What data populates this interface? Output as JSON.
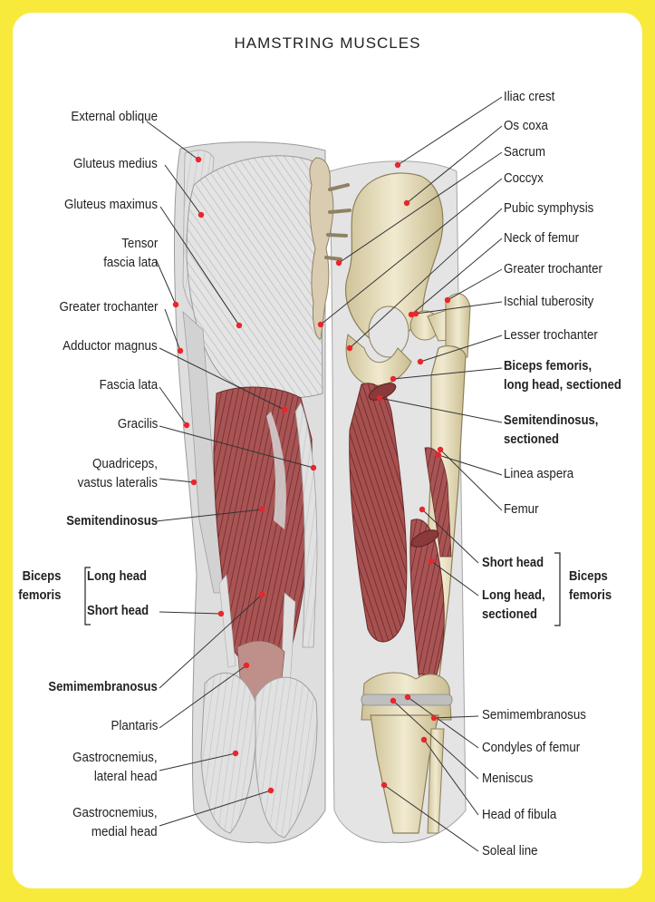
{
  "title": "HAMSTRING MUSCLES",
  "left_labels": [
    "External oblique",
    "Gluteus medius",
    "Gluteus maximus",
    "Tensor\nfascia lata",
    "Greater trochanter",
    "Adductor magnus",
    "Fascia lata",
    "Gracilis",
    "Quadriceps,\nvastus lateralis",
    "Semitendinosus",
    "Semimembranosus",
    "Plantaris",
    "Gastrocnemius,\nlateral head",
    "Gastrocnemius,\nmedial head"
  ],
  "left_biceps": {
    "group": "Biceps\nfemoris",
    "long_head": "Long head",
    "short_head": "Short head"
  },
  "right_labels": [
    "Iliac crest",
    "Os coxa",
    "Sacrum",
    "Coccyx",
    "Pubic symphysis",
    "Neck of femur",
    "Greater trochanter",
    "Ischial tuberosity",
    "Lesser trochanter",
    "Biceps femoris,\nlong head, sectioned",
    "Semitendinosus,\nsectioned",
    "Linea aspera",
    "Femur",
    "Semimembranosus",
    "Condyles of femur",
    "Meniscus",
    "Head of fibula",
    "Soleal line"
  ],
  "right_biceps": {
    "short_head": "Short head",
    "long_head": "Long head,\nsectioned",
    "group": "Biceps\nfemoris"
  },
  "colors": {
    "frame": "#f7ea3a",
    "marker": "#e8262b",
    "muscle": "#9e4a4a",
    "bone": "#e6dcb6",
    "fascia": "#dcdcdc"
  }
}
